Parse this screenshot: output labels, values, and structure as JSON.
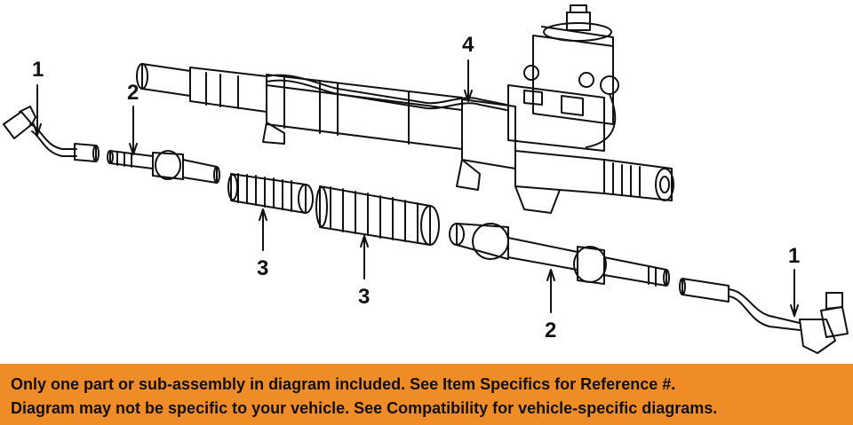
{
  "callouts": {
    "c1_left": "1",
    "c2_left": "2",
    "c3_left": "3",
    "c3_mid": "3",
    "c4": "4",
    "c2_right": "2",
    "c1_right": "1"
  },
  "banner": {
    "line1": "Only one part or sub-assembly in diagram included. See Item Specifics for Reference #.",
    "line2": "Diagram may not be specific to your vehicle. See Compatibility for vehicle-specific diagrams."
  },
  "colors": {
    "banner_bg": "#f08c28",
    "line_art": "#111111"
  }
}
